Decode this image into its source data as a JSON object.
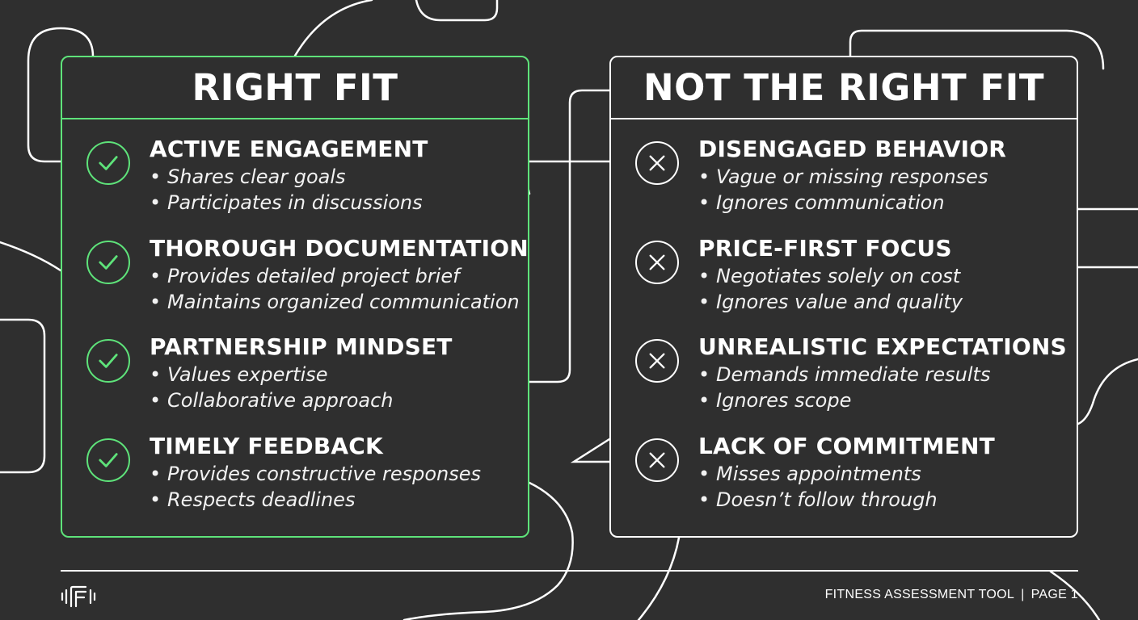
{
  "right_fit": {
    "title": "RIGHT FIT",
    "icon": "check-circle-icon",
    "accent_color": "#5ee37a",
    "items": [
      {
        "heading": "ACTIVE ENGAGEMENT",
        "bullets": [
          "Shares clear goals",
          "Participates in discussions"
        ]
      },
      {
        "heading": "THOROUGH DOCUMENTATION",
        "bullets": [
          "Provides detailed project brief",
          "Maintains organized communication"
        ]
      },
      {
        "heading": "PARTNERSHIP MINDSET",
        "bullets": [
          "Values expertise",
          "Collaborative approach"
        ]
      },
      {
        "heading": "TIMELY FEEDBACK",
        "bullets": [
          "Provides constructive responses",
          "Respects deadlines"
        ]
      }
    ]
  },
  "not_right_fit": {
    "title": "NOT THE RIGHT FIT",
    "icon": "x-circle-icon",
    "accent_color": "#ffffff",
    "items": [
      {
        "heading": "DISENGAGED BEHAVIOR",
        "bullets": [
          "Vague or missing responses",
          "Ignores communication"
        ]
      },
      {
        "heading": "PRICE-FIRST FOCUS",
        "bullets": [
          "Negotiates solely on cost",
          "Ignores value and quality"
        ]
      },
      {
        "heading": "UNREALISTIC EXPECTATIONS",
        "bullets": [
          "Demands immediate results",
          "Ignores scope"
        ]
      },
      {
        "heading": "LACK OF COMMITMENT",
        "bullets": [
          "Misses appointments",
          "Doesn’t follow through"
        ]
      }
    ]
  },
  "footer": {
    "logo_icon": "brand-logo-icon",
    "tool_name": "FITNESS ASSESSMENT TOOL",
    "separator": "|",
    "page_label": "PAGE 1"
  },
  "colors": {
    "background": "#2f2f2f",
    "fit_accent": "#5ee37a",
    "line": "#ffffff"
  }
}
